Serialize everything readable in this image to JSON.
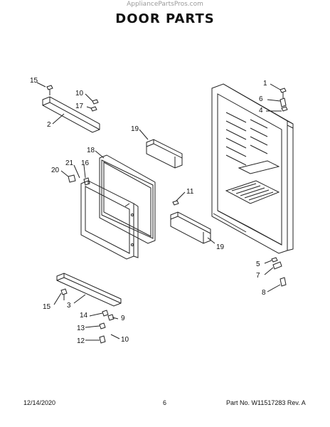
{
  "header": {
    "watermark": "AppliancePartsPros.com",
    "title": "DOOR PARTS"
  },
  "callouts": {
    "c1": "1",
    "c2": "2",
    "c4": "4",
    "c5": "5",
    "c6": "6",
    "c7": "7",
    "c8": "8",
    "c9": "9",
    "c10a": "10",
    "c10b": "10",
    "c11": "11",
    "c12": "12",
    "c13": "13",
    "c14": "14",
    "c15a": "15",
    "c15b": "15",
    "c16": "16",
    "c17": "17",
    "c18": "18",
    "c19a": "19",
    "c19b": "19",
    "c20": "20",
    "c21": "21"
  },
  "footer": {
    "date": "12/14/2020",
    "page": "6",
    "part_rev": "Part No. W11517283  Rev. A"
  }
}
